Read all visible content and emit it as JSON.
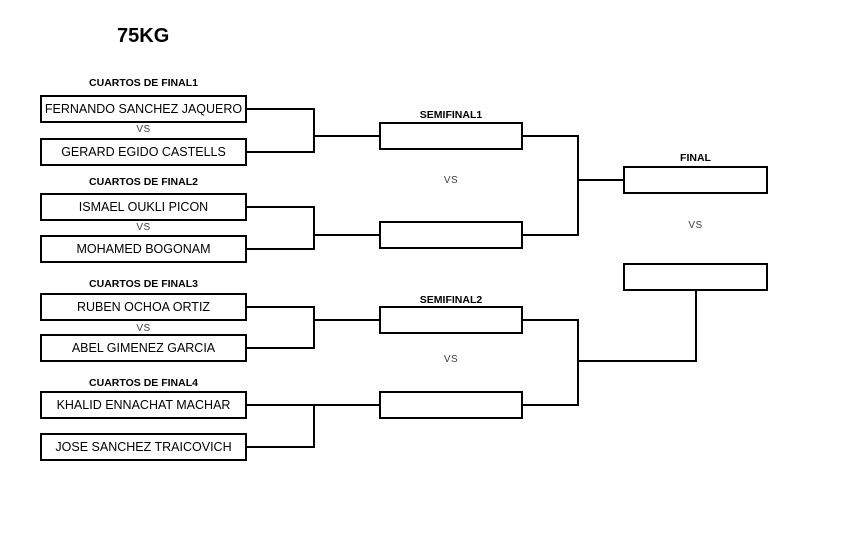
{
  "title": "75KG",
  "bracket": {
    "quarterfinals": [
      {
        "label": "CUARTOS DE FINAL1",
        "fighter1": "FERNANDO SANCHEZ JAQUERO",
        "vs": "VS",
        "fighter2": "GERARD EGIDO CASTELLS"
      },
      {
        "label": "CUARTOS DE FINAL2",
        "fighter1": "ISMAEL OUKLI PICON",
        "vs": "VS",
        "fighter2": "MOHAMED BOGONAM"
      },
      {
        "label": "CUARTOS DE FINAL3",
        "fighter1": "RUBEN OCHOA ORTIZ",
        "vs": "VS",
        "fighter2": "ABEL GIMENEZ GARCIA"
      },
      {
        "label": "CUARTOS DE FINAL4",
        "fighter1": "KHALID ENNACHAT MACHAR",
        "vs": "",
        "fighter2": "JOSE SANCHEZ TRAICOVICH"
      }
    ],
    "semifinals": [
      {
        "label": "SEMIFINAL1",
        "slot1": "",
        "vs": "VS",
        "slot2": ""
      },
      {
        "label": "SEMIFINAL2",
        "slot1": "",
        "vs": "VS",
        "slot2": ""
      }
    ],
    "final": {
      "label": "FINAL",
      "slot1": "",
      "vs": "VS",
      "slot2": ""
    }
  },
  "colors": {
    "background": "#ffffff",
    "line": "#000000",
    "text": "#000000",
    "vs_text": "#3d3d3d"
  }
}
